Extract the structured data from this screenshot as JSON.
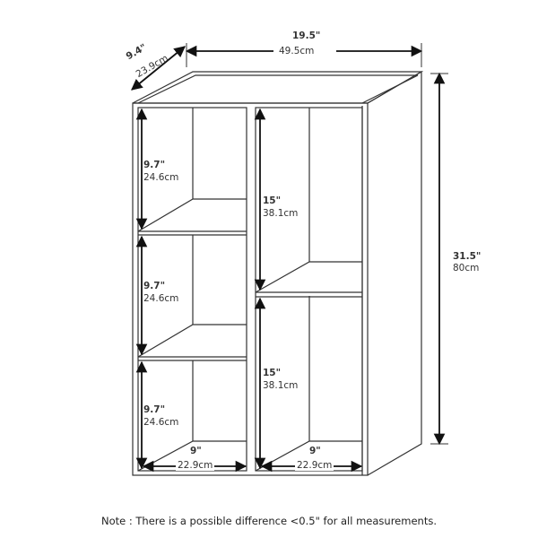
{
  "dimensions": {
    "depth": {
      "in": "9.4\"",
      "cm": "23.9cm"
    },
    "width": {
      "in": "19.5\"",
      "cm": "49.5cm"
    },
    "height": {
      "in": "31.5\"",
      "cm": "80cm"
    },
    "left_top": {
      "in": "9.7\"",
      "cm": "24.6cm"
    },
    "left_middle": {
      "in": "9.7\"",
      "cm": "24.6cm"
    },
    "left_bottom": {
      "in": "9.7\"",
      "cm": "24.6cm"
    },
    "right_top": {
      "in": "15\"",
      "cm": "38.1cm"
    },
    "right_bottom": {
      "in": "15\"",
      "cm": "38.1cm"
    },
    "left_width": {
      "in": "9\"",
      "cm": "22.9cm"
    },
    "right_width": {
      "in": "9\"",
      "cm": "22.9cm"
    }
  },
  "note": "Note : There is a possible difference <0.5\" for all measurements."
}
